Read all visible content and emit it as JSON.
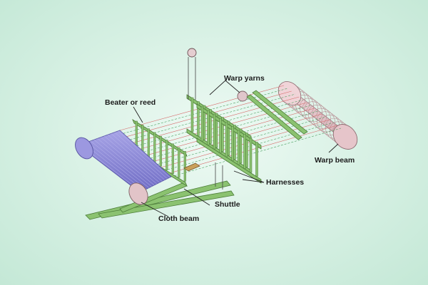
{
  "labels": {
    "warp_yarns": "Warp yarns",
    "beater_or_reed": "Beater or reed",
    "warp_beam": "Warp beam",
    "harnesses": "Harnesses",
    "shuttle": "Shuttle",
    "cloth_beam": "Cloth beam"
  },
  "colors": {
    "background": "#d6f0e3",
    "frame_green": "#8bc270",
    "frame_dark": "#4c7d38",
    "cloth_blue": "#8a8ad8",
    "warp_beam_pink": "#e8c8cd",
    "warp_thread_red": "#d66a6a",
    "warp_thread_green": "#4aa060"
  }
}
